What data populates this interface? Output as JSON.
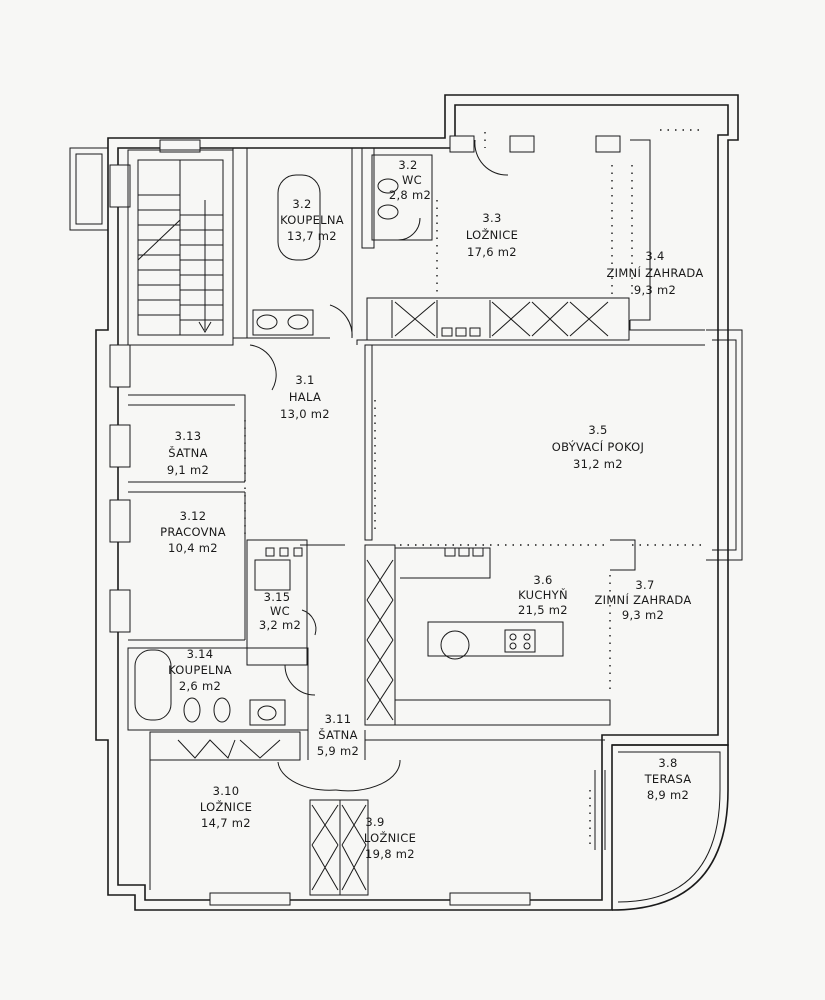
{
  "rooms": [
    {
      "id": "r32a",
      "number": "3.2",
      "name": "KOUPELNA",
      "area": "13,7 m2"
    },
    {
      "id": "r32b",
      "number": "3.2",
      "name": "WC",
      "area": "2,8 m2"
    },
    {
      "id": "r33",
      "number": "3.3",
      "name": "LOŽNICE",
      "area": "17,6 m2"
    },
    {
      "id": "r34",
      "number": "3.4",
      "name": "ZIMNÍ ZAHRADA",
      "area": "9,3 m2"
    },
    {
      "id": "r31",
      "number": "3.1",
      "name": "HALA",
      "area": "13,0 m2"
    },
    {
      "id": "r35",
      "number": "3.5",
      "name": "OBÝVACÍ POKOJ",
      "area": "31,2 m2"
    },
    {
      "id": "r313",
      "number": "3.13",
      "name": "ŠATNA",
      "area": "9,1 m2"
    },
    {
      "id": "r312",
      "number": "3.12",
      "name": "PRACOVNA",
      "area": "10,4 m2"
    },
    {
      "id": "r315",
      "number": "3.15",
      "name": "WC",
      "area": "3,2 m2"
    },
    {
      "id": "r36",
      "number": "3.6",
      "name": "KUCHYŇ",
      "area": "21,5 m2"
    },
    {
      "id": "r37",
      "number": "3.7",
      "name": "ZIMNÍ ZAHRADA",
      "area": "9,3 m2"
    },
    {
      "id": "r314",
      "number": "3.14",
      "name": "KOUPELNA",
      "area": "2,6 m2"
    },
    {
      "id": "r311",
      "number": "3.11",
      "name": "ŠATNA",
      "area": "5,9 m2"
    },
    {
      "id": "r38",
      "number": "3.8",
      "name": "TERASA",
      "area": "8,9 m2"
    },
    {
      "id": "r310",
      "number": "3.10",
      "name": "LOŽNICE",
      "area": "14,7 m2"
    },
    {
      "id": "r39",
      "number": "3.9",
      "name": "LOŽNICE",
      "area": "19,8 m2"
    }
  ]
}
